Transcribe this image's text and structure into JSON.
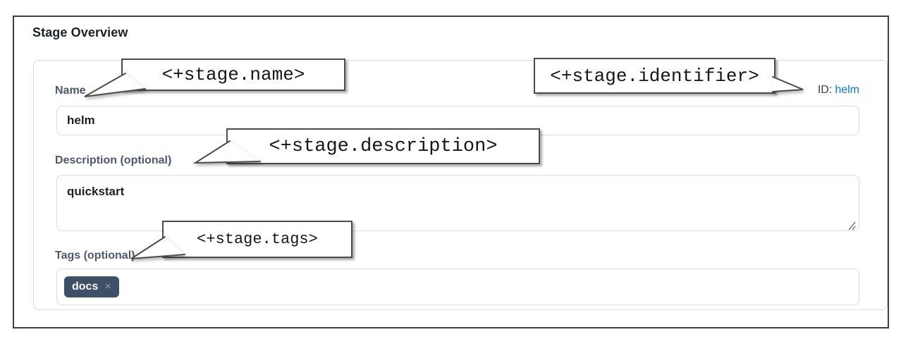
{
  "header": {
    "title": "Stage Overview"
  },
  "form": {
    "name": {
      "label": "Name",
      "value": "helm"
    },
    "identifier": {
      "label": "ID:",
      "value": "helm"
    },
    "description": {
      "label": "Description (optional)",
      "value": "quickstart"
    },
    "tags": {
      "label": "Tags (optional)",
      "items": [
        {
          "text": "docs",
          "remove_icon": "×"
        }
      ]
    }
  },
  "callouts": [
    {
      "id": "name",
      "text": "<+stage.name>"
    },
    {
      "id": "identifier",
      "text": "<+stage.identifier>"
    },
    {
      "id": "description",
      "text": "<+stage.description>"
    },
    {
      "id": "tags",
      "text": "<+stage.tags>"
    }
  ],
  "colors": {
    "link_blue": "#0278d5",
    "tag_chip_bg": "#3e5066",
    "label_slate": "#4e586b",
    "input_border": "#d9dbe5",
    "annotation_border": "#4c4c4c",
    "frame_border": "#3f3f3f"
  }
}
